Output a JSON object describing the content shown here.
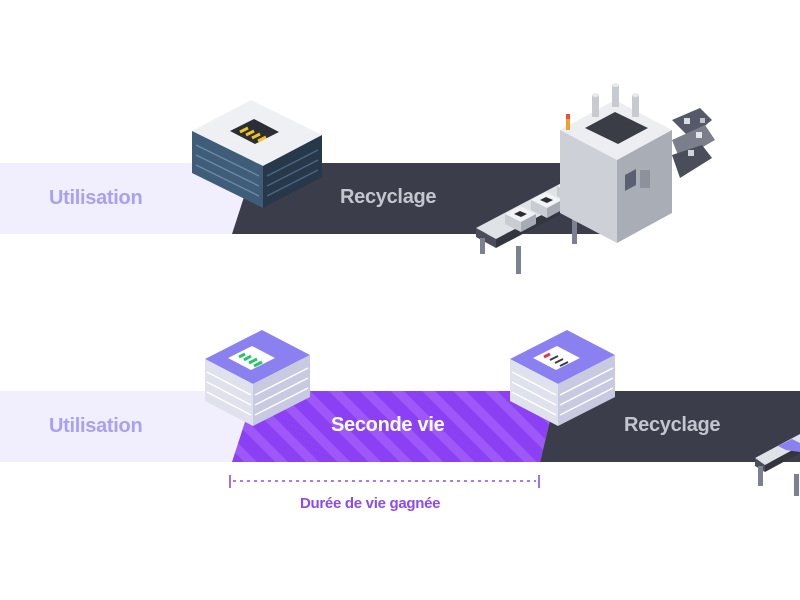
{
  "scenario_single_life": {
    "use_label": "Utilisation",
    "recycling_label": "Recyclage"
  },
  "scenario_second_life": {
    "use_label": "Utilisation",
    "second_life_label": "Seconde vie",
    "recycling_label": "Recyclage",
    "gained_lifetime_label": "Durée de vie gagnée"
  },
  "colors": {
    "use_band": "#f1effd",
    "recycling_band": "#3b3d4b",
    "second_life_band": "#8c40f4",
    "second_life_stripe": "#9d58f7",
    "gained_bracket": "#8b4bf2"
  },
  "icons": [
    "battery-module-icon",
    "recycling-machine-icon",
    "battery-green-label-icon",
    "battery-red-label-icon",
    "conveyor-belt-icon"
  ]
}
